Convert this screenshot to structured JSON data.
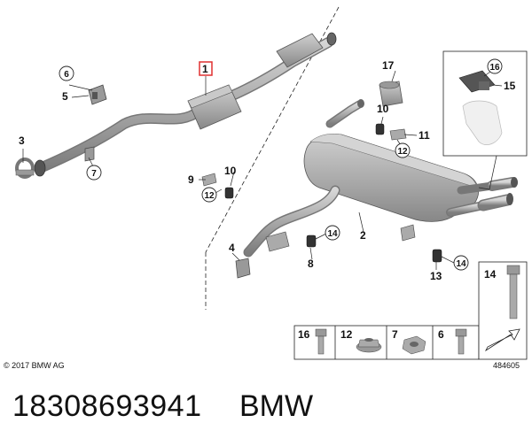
{
  "diagram": {
    "copyright": "© 2017 BMW AG",
    "image_code": "484605",
    "callouts": {
      "c1": "1",
      "c2": "2",
      "c3": "3",
      "c4": "4",
      "c5": "5",
      "c6": "6",
      "c7": "7",
      "c8": "8",
      "c9": "9",
      "c10a": "10",
      "c10b": "10",
      "c11": "11",
      "c12a": "12",
      "c12b": "12",
      "c13": "13",
      "c14a": "14",
      "c14b": "14",
      "c15": "15",
      "c16": "16",
      "c17": "17"
    },
    "hardware_legend": {
      "h16": "16",
      "h12": "12",
      "h7": "7",
      "h6": "6",
      "h14": "14"
    }
  },
  "footer": {
    "part_number": "18308693941",
    "brand": "BMW"
  },
  "colors": {
    "pipe_fill": "#b5b5b5",
    "pipe_dark": "#8a8a8a",
    "highlight_box": "#e03030",
    "line": "#222222"
  }
}
